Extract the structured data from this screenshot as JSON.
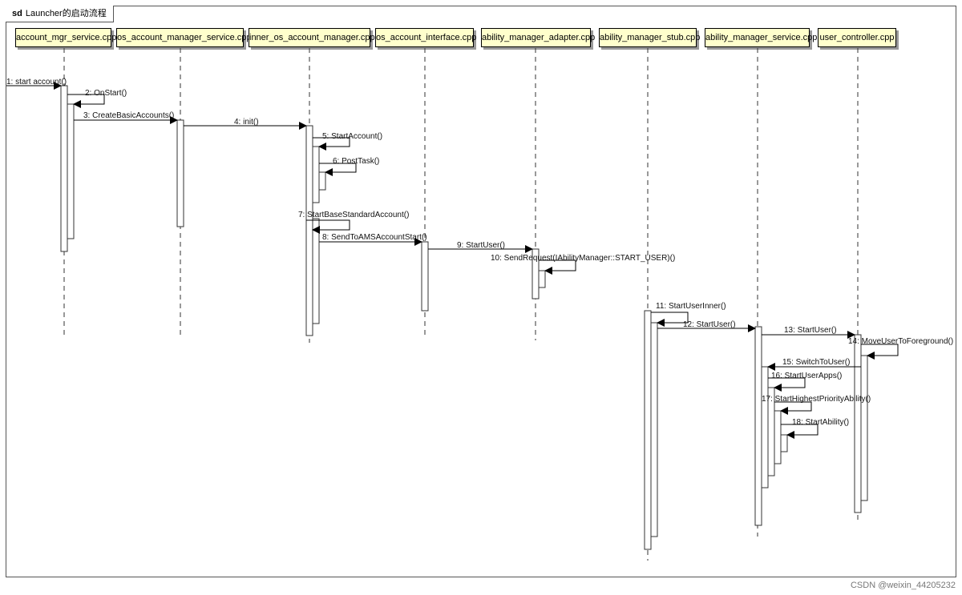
{
  "frame": {
    "keyword": "sd",
    "title": "Launcher的启动流程"
  },
  "lifelines": [
    "account_mgr_service.cpp",
    "os_account_manager_service.cpp",
    "inner_os_account_manager.cpp",
    "os_account_interface.cpp",
    "ability_manager_adapter.cpp",
    "ability_manager_stub.cpp",
    "ability_manager_service.cpp",
    "user_controller.cpp"
  ],
  "messages": [
    "1: start account()",
    "2: OnStart()",
    "3: CreateBasicAccounts()",
    "4: init()",
    "5: StartAccount()",
    "6: PostTask()",
    "7: StartBaseStandardAccount()",
    "8: SendToAMSAccountStart()",
    "9: StartUser()",
    "10: SendRequest(IAbilityManager::START_USER)()",
    "11: StartUserInner()",
    "12: StartUser()",
    "13: StartUser()",
    "14: MoveUserToForeground()",
    "15: SwitchToUser()",
    "16: StartUserApps()",
    "17: StartHighestPriorityAbility()",
    "18: StartAbility()"
  ],
  "watermark": "CSDN @weixin_44205232"
}
